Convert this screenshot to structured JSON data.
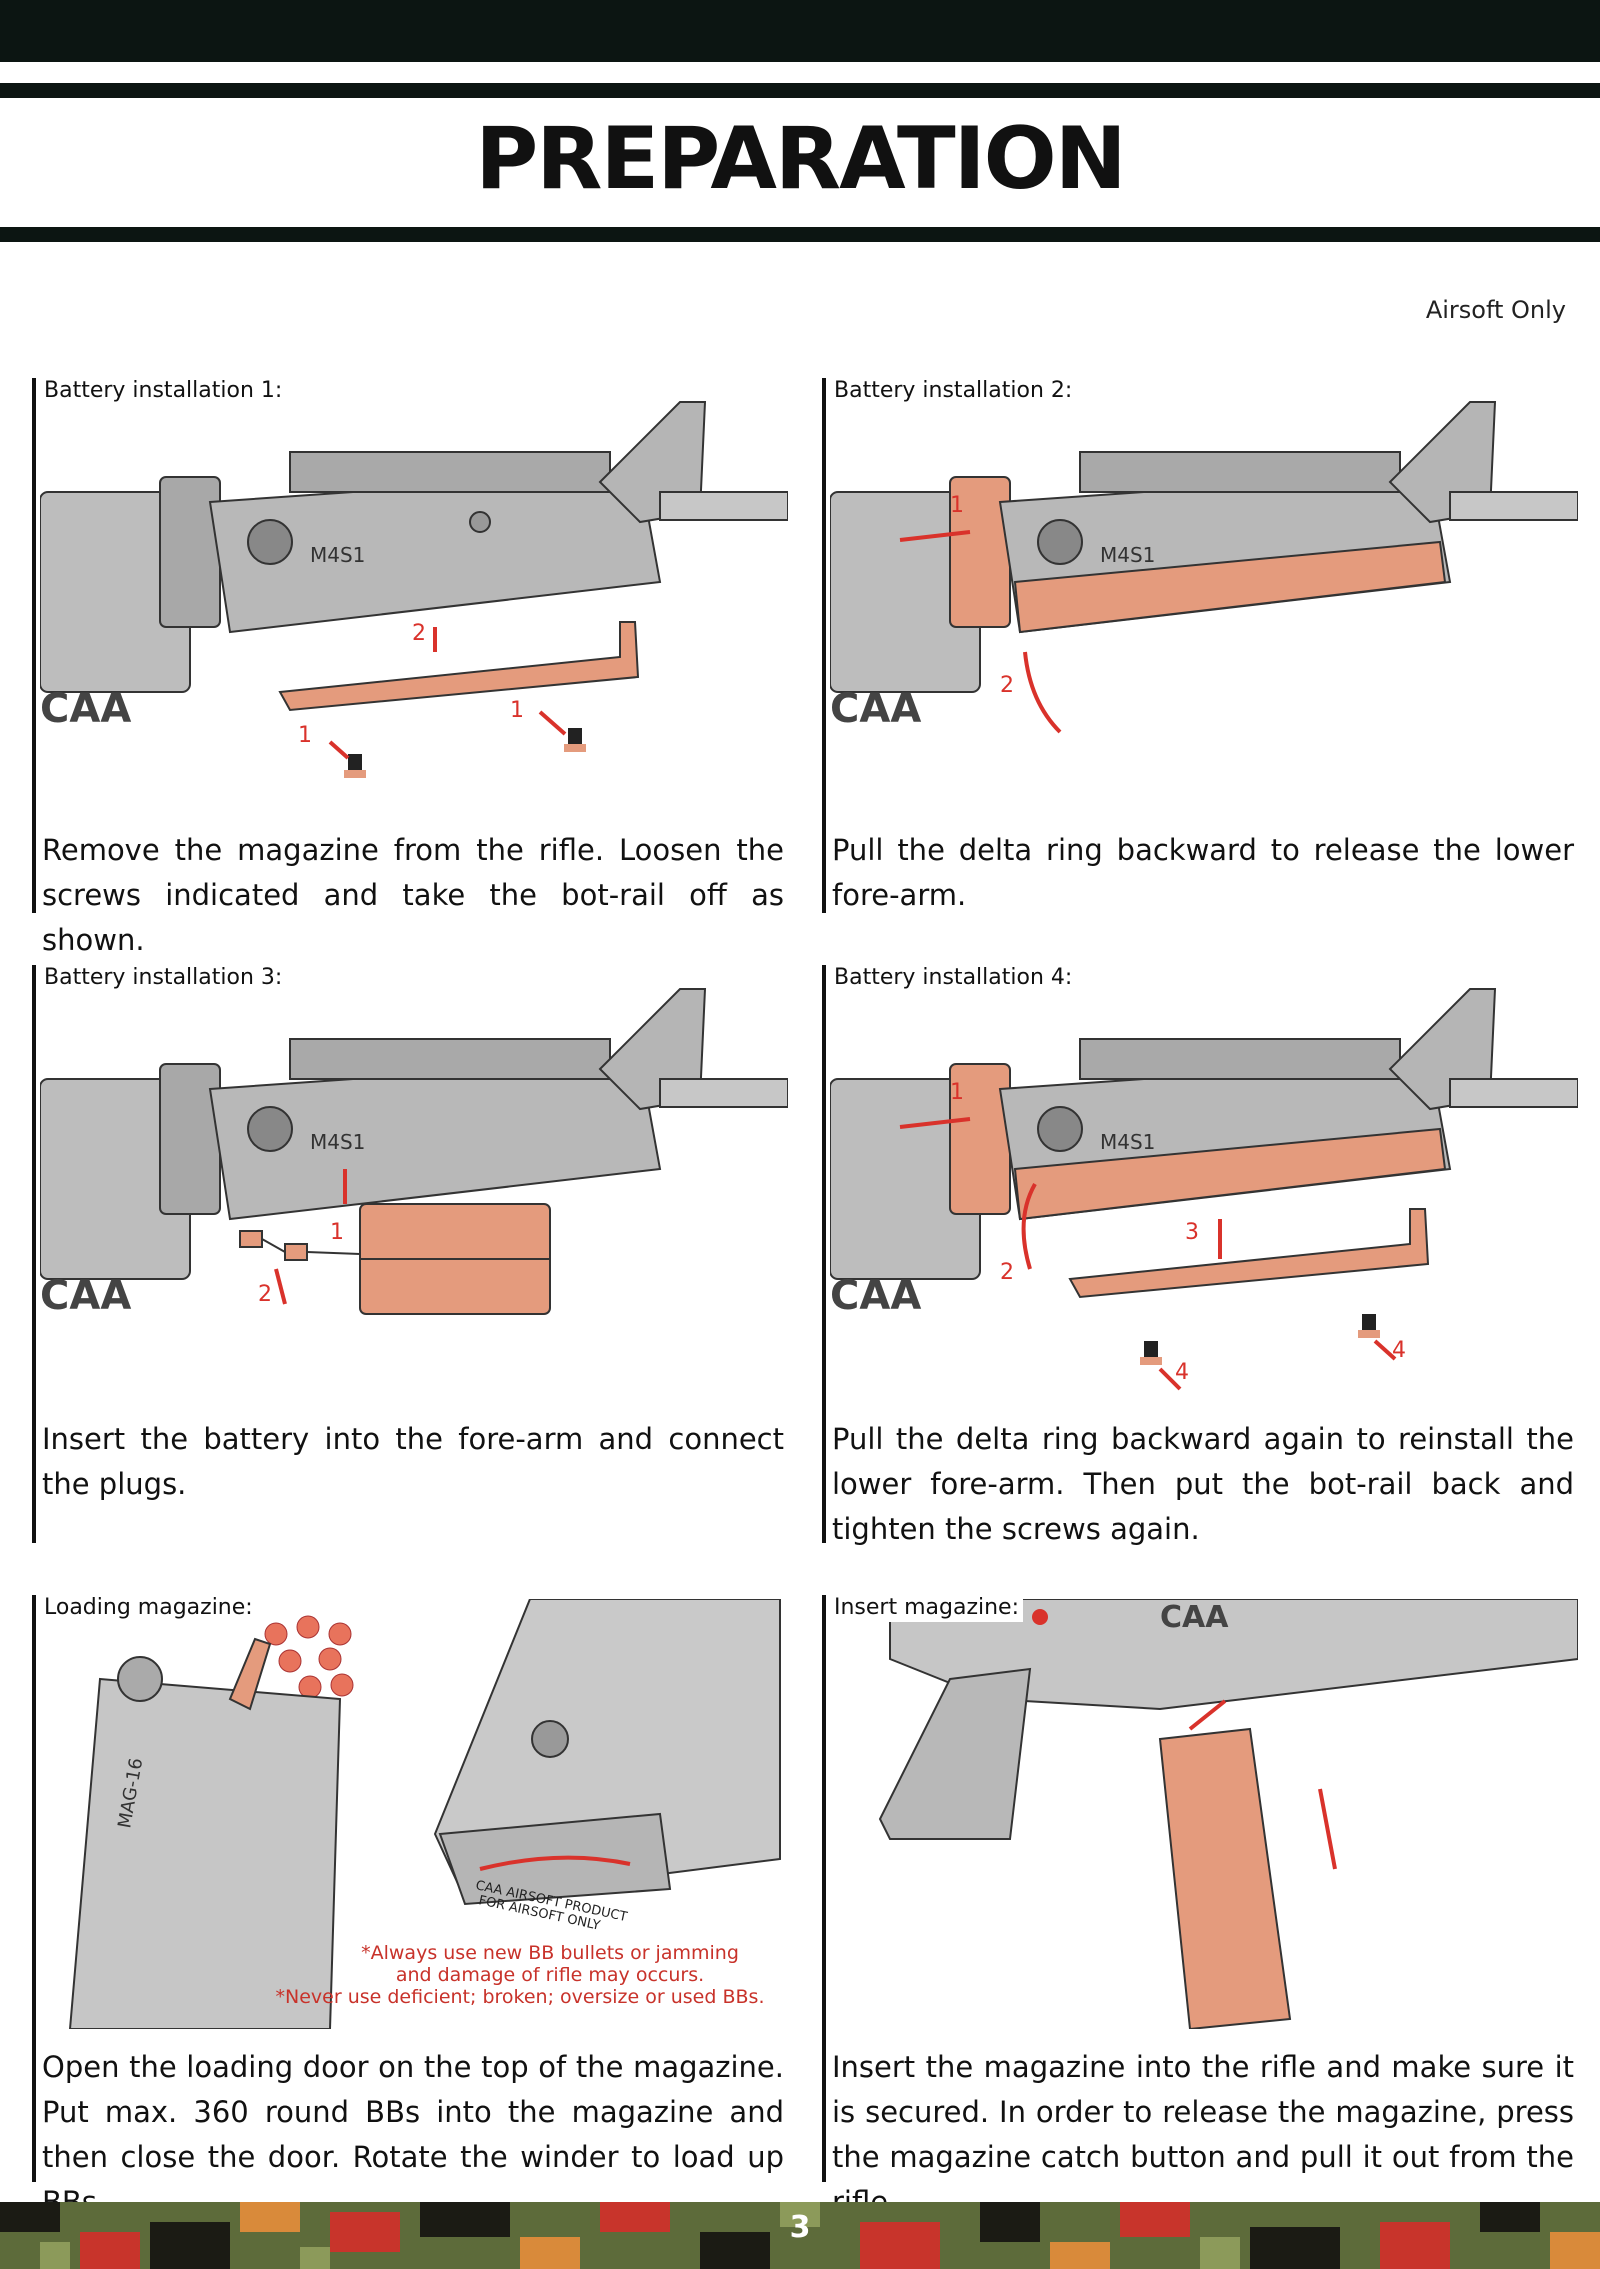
{
  "page": {
    "title": "PREPARATION",
    "note": "Airsoft Only",
    "page_number": "3"
  },
  "steps": [
    {
      "label": "Battery installation 1:",
      "text": "Remove the magazine from the rifle. Loosen the screws indicated and take the bot-rail off as shown.",
      "callouts": [
        "1",
        "2",
        "1"
      ]
    },
    {
      "label": "Battery installation 2:",
      "text": "Pull the delta ring backward to release the lower fore-arm.",
      "callouts": [
        "1",
        "2"
      ]
    },
    {
      "label": "Battery installation 3:",
      "text": "Insert the battery into the fore-arm and connect the plugs.",
      "callouts": [
        "1",
        "2"
      ]
    },
    {
      "label": "Battery installation 4:",
      "text": "Pull the delta ring backward again to reinstall the lower fore-arm. Then put the bot-rail back and tighten the screws again.",
      "callouts": [
        "1",
        "2",
        "3",
        "4",
        "4"
      ]
    },
    {
      "label": "Loading magazine:",
      "text": "Open the loading door on the top of the magazine. Put max. 360 round BBs into the magazine and then close the door. Rotate the winder to load up BBs.",
      "callouts": []
    },
    {
      "label": "Insert magazine:",
      "text": "Insert the magazine into the rifle and make sure it is secured. In order to release the magazine, press the magazine catch button and pull it out from the rifle.",
      "callouts": []
    }
  ],
  "figure_text": {
    "model": "M4S1",
    "brand": "CAA",
    "mag_marking": "MAG-16",
    "mag_bottom_1": "CAA AIRSOFT PRODUCT",
    "mag_bottom_2": "FOR AIRSOFT ONLY",
    "warning_1": "*Always use new BB bullets or jamming",
    "warning_2": "and damage of rifle may occurs.",
    "warning_3": "*Never use deficient; broken; oversize or used BBs."
  },
  "colors": {
    "band": "#0c1512",
    "accent_red": "#d9322b",
    "part_orange": "#e49b7d",
    "rifle_grey": "#bdbdbd"
  }
}
